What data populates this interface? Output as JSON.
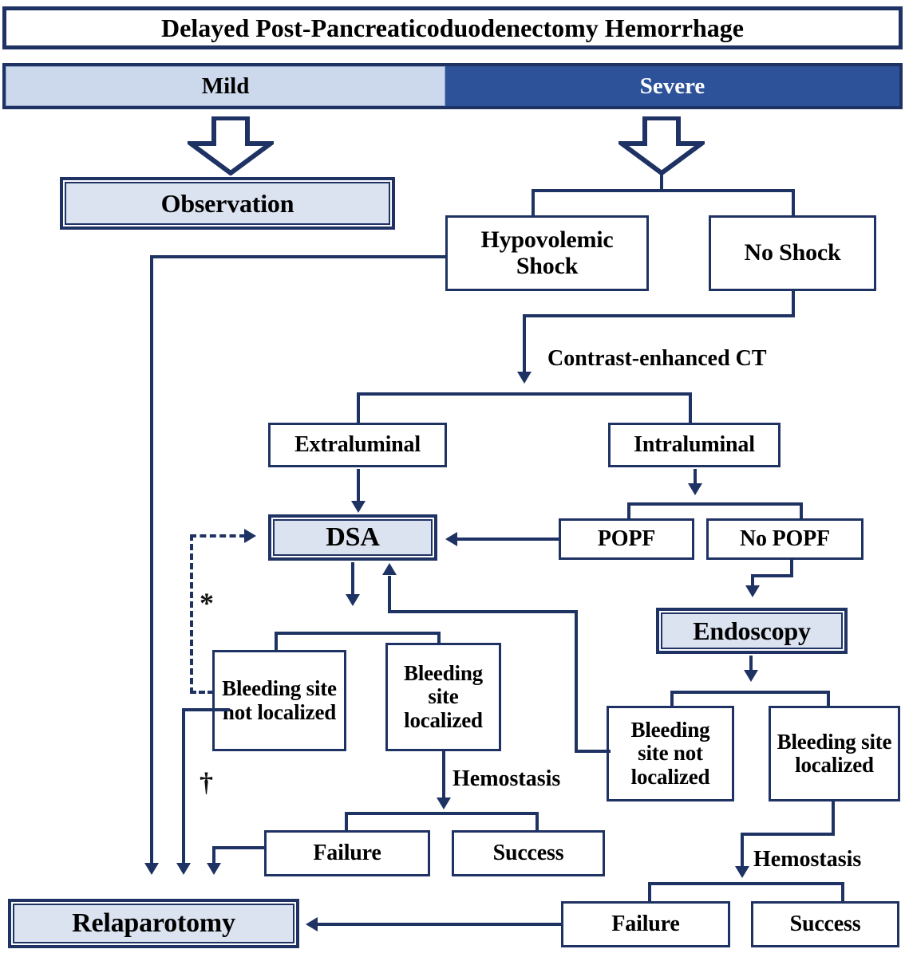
{
  "figure": {
    "title": "Delayed Post-Pancreaticoduodenectomy Hemorrhage",
    "severity": {
      "mild": "Mild",
      "severe": "Severe"
    },
    "colors": {
      "line": "#1f3264",
      "severe_fill": "#2d5299",
      "mild_fill": "#ccd8ec",
      "shaded_fill": "#dbe2f0",
      "box_fill": "#ffffff",
      "text": "#000000",
      "severe_text": "#ffffff"
    }
  },
  "nodes": {
    "observation": "Observation",
    "hypovolemic_shock": "Hypovolemic Shock",
    "no_shock": "No Shock",
    "extraluminal": "Extraluminal",
    "intraluminal": "Intraluminal",
    "dsa": "DSA",
    "popf": "POPF",
    "no_popf": "No POPF",
    "endoscopy": "Endoscopy",
    "dsa_site_not_localized": "Bleeding site not localized",
    "dsa_site_localized": "Bleeding site localized",
    "endo_site_not_localized": "Bleeding site not localized",
    "endo_site_localized": "Bleeding site localized",
    "dsa_failure": "Failure",
    "dsa_success": "Success",
    "endo_failure": "Failure",
    "endo_success": "Success",
    "relaparotomy": "Relaparotomy"
  },
  "edge_labels": {
    "contrast_ct": "Contrast-enhanced CT",
    "hemostasis_dsa": "Hemostasis",
    "hemostasis_endo": "Hemostasis"
  },
  "footnote_markers": {
    "asterisk": "*",
    "dagger": "†"
  }
}
